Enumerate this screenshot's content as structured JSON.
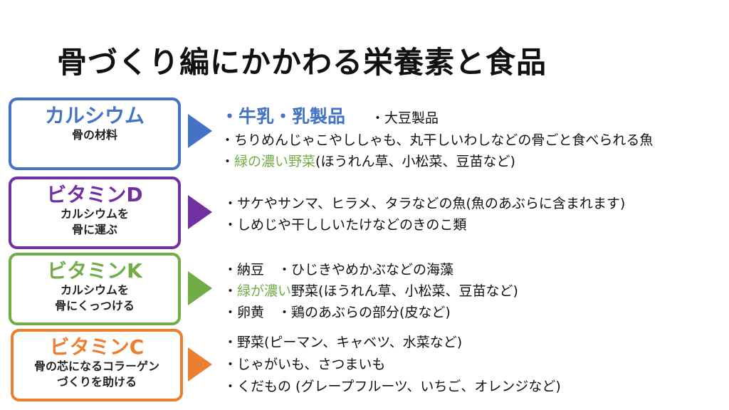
{
  "title": "骨づくり編にかかわる栄養素と食品",
  "colors": {
    "calcium": "#4472C4",
    "vitd": "#7030A0",
    "vitk": "#70AD47",
    "vitc": "#ED7D31"
  },
  "nutrients": [
    {
      "name": "カルシウム",
      "desc1": "骨の材料",
      "desc2": ""
    },
    {
      "name": "ビタミンD",
      "desc1": "カルシウムを",
      "desc2": "骨に運ぶ"
    },
    {
      "name": "ビタミンK",
      "desc1": "カルシウムを",
      "desc2": "骨にくっつける"
    },
    {
      "name": "ビタミンC",
      "desc1": "骨の芯になるコラーゲン",
      "desc2": "づくりを助ける"
    }
  ],
  "foods": {
    "calcium": {
      "l1a": "・牛乳・乳製品",
      "l1b": "・大豆製品",
      "l2": "・ちりめんじゃこやししゃも、丸干しいわしなどの骨ごと食べられる魚",
      "l3a": "・",
      "l3g": "緑の濃い野菜",
      "l3b": "(ほうれん草、小松菜、豆苗など)"
    },
    "vitd": {
      "l1": "・サケやサンマ、ヒラメ、タラなどの魚(魚のあぶらに含まれます)",
      "l2": "・しめじや干ししいたけなどのきのこ類"
    },
    "vitk": {
      "l1": "・納豆　・ひじきやめかぶなどの海藻",
      "l2a": "・",
      "l2g": "緑が濃い",
      "l2b": "野菜(ほうれん草、小松菜、豆苗など)",
      "l3": "・卵黄　・鶏のあぶらの部分(皮など)"
    },
    "vitc": {
      "l1": "・野菜(ピーマン、キャベツ、水菜など)",
      "l2": "・じゃがいも、さつまいも",
      "l3": "・くだもの (グレープフルーツ、いちご、オレンジなど)"
    }
  }
}
